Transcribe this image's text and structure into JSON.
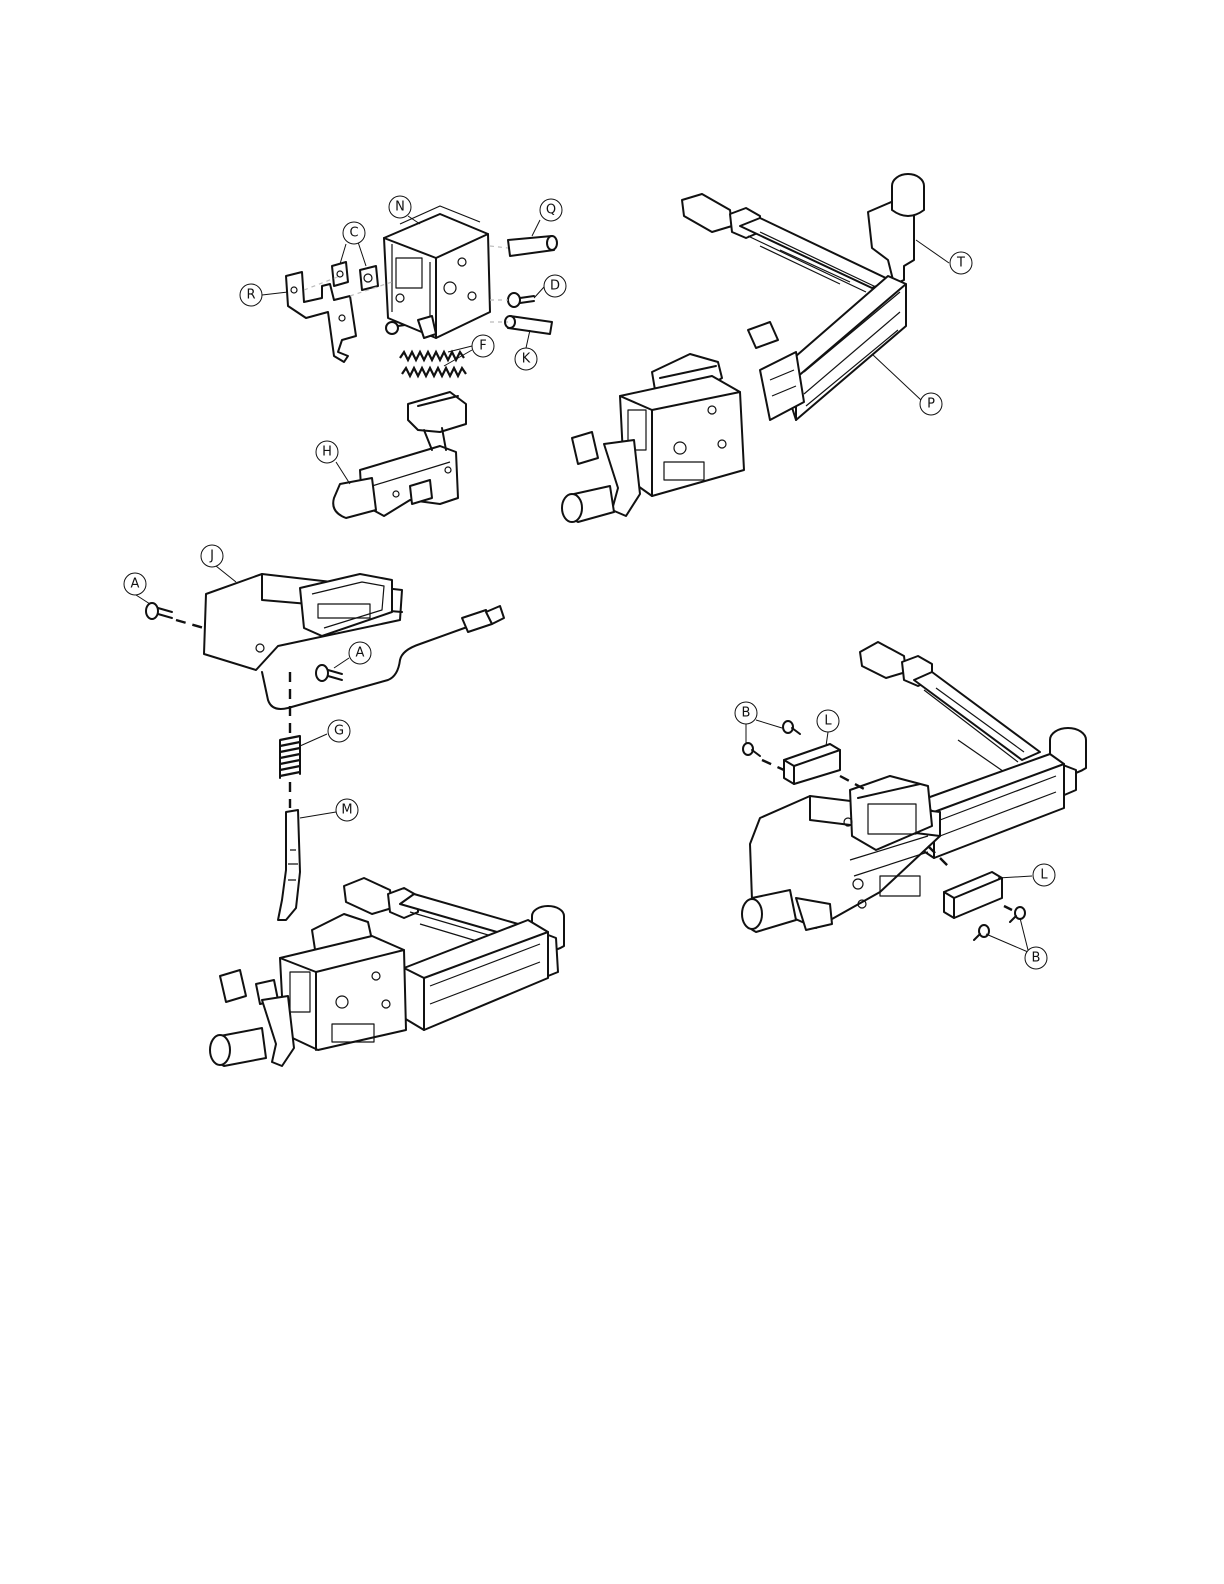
{
  "diagram": {
    "callouts": {
      "N": "N",
      "Q": "Q",
      "C": "C",
      "R": "R",
      "D": "D",
      "F": "F",
      "K": "K",
      "H": "H",
      "T": "T",
      "P": "P",
      "J": "J",
      "A1": "A",
      "A2": "A",
      "G": "G",
      "M": "M",
      "B1": "B",
      "B2": "B",
      "L1": "L",
      "L2": "L"
    }
  }
}
